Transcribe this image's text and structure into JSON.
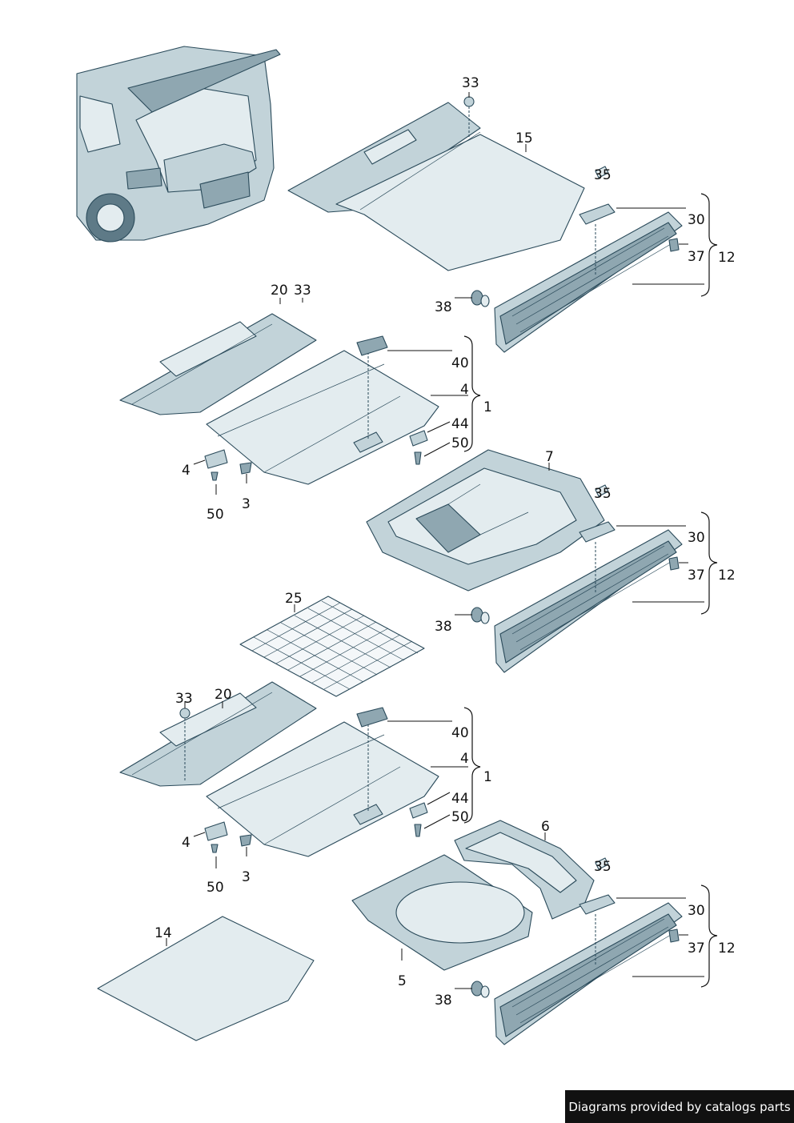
{
  "credit": "Diagrams provided by catalogs parts",
  "callouts": {
    "c33a": "33",
    "c15": "15",
    "c35a": "35",
    "c30a": "30",
    "c37a": "37",
    "c12a": "12",
    "c38a": "38",
    "c20a": "20",
    "c33b": "33",
    "c40a": "40",
    "c4a": "4",
    "c1a": "1",
    "c44a": "44",
    "c50a": "50",
    "c4b": "4",
    "c50b": "50",
    "c3a": "3",
    "c7": "7",
    "c35b": "35",
    "c30b": "30",
    "c37b": "37",
    "c12b": "12",
    "c38b": "38",
    "c25": "25",
    "c33c": "33",
    "c20b": "20",
    "c40b": "40",
    "c4c": "4",
    "c1b": "1",
    "c44b": "44",
    "c50c": "50",
    "c4d": "4",
    "c50d": "50",
    "c3b": "3",
    "c6": "6",
    "c35c": "35",
    "c30c": "30",
    "c37c": "37",
    "c12c": "12",
    "c38c": "38",
    "c5": "5",
    "c14": "14"
  }
}
